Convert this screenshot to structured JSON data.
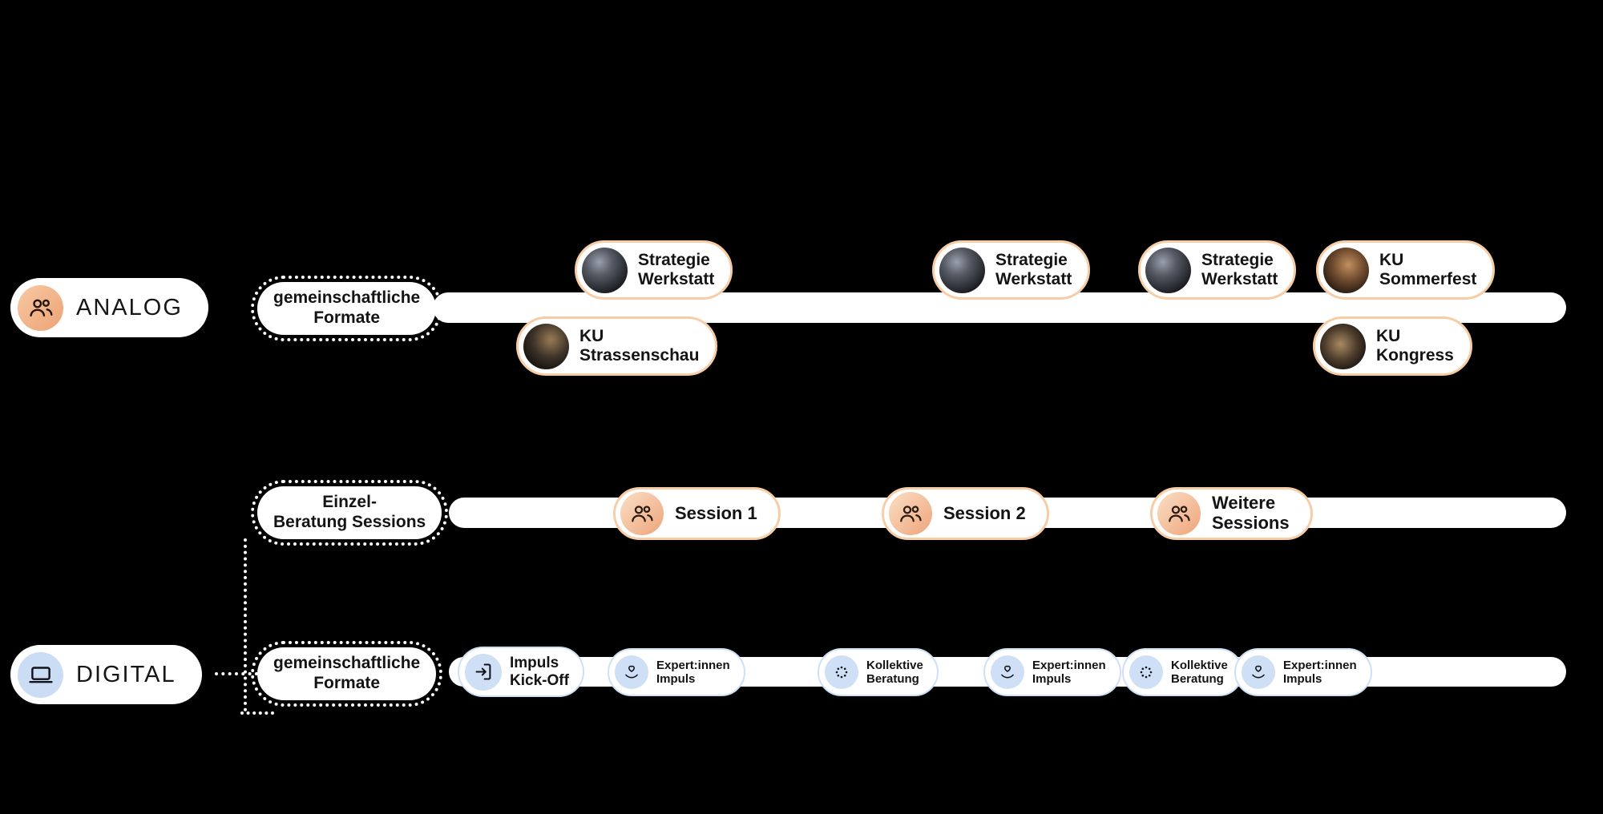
{
  "diagram": {
    "background": "#000000",
    "accent_analog": "#F3B189",
    "accent_analog_border": "#F6CDA6",
    "accent_digital": "#CFE0F6",
    "text_color": "#141414"
  },
  "analog_track": {
    "label": "ANALOG",
    "icon": "people-group-icon",
    "formats_label": "gemeinschaftliche\nFormate",
    "events_above": [
      {
        "title": "Strategie\nWerkstatt"
      },
      {
        "title": "Strategie\nWerkstatt"
      },
      {
        "title": "Strategie\nWerkstatt"
      },
      {
        "title": "KU\nSommerfest"
      }
    ],
    "events_below": [
      {
        "title": "KU\nStrassenschau"
      },
      {
        "title": "KU\nKongress"
      }
    ]
  },
  "sessions_track": {
    "label": "Einzel-\nBeratung Sessions",
    "events": [
      {
        "title": "Session 1"
      },
      {
        "title": "Session 2"
      },
      {
        "title": "Weitere\nSessions"
      }
    ]
  },
  "digital_track": {
    "label": "DIGITAL",
    "icon": "laptop-icon",
    "formats_label": "gemeinschaftliche\nFormate",
    "events": [
      {
        "title": "Impuls\nKick-Off",
        "icon": "arrow-enter-icon"
      },
      {
        "title": "Expert:innen\nImpuls",
        "icon": "hand-heart-icon"
      },
      {
        "title": "Kollektive\nBeratung",
        "icon": "dotted-circle-icon"
      },
      {
        "title": "Expert:innen\nImpuls",
        "icon": "hand-heart-icon"
      },
      {
        "title": "Kollektive\nBeratung",
        "icon": "dotted-circle-icon"
      },
      {
        "title": "Expert:innen\nImpuls",
        "icon": "hand-heart-icon"
      }
    ]
  }
}
